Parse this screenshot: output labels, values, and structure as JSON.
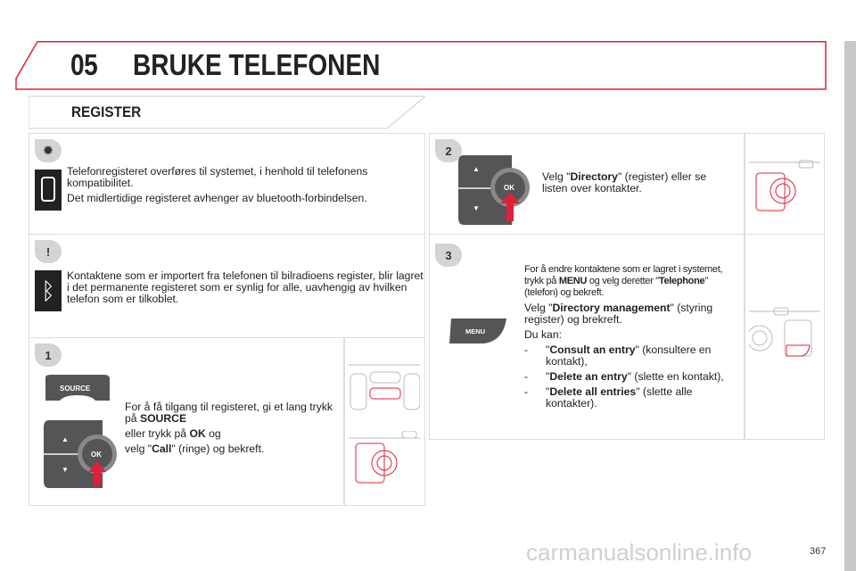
{
  "header": {
    "chapter": "05",
    "title": "BRUKE TELEFONEN"
  },
  "section": {
    "title": "REGISTER"
  },
  "tips": [
    {
      "icon": "lightbulb-icon",
      "lines": [
        "Telefonregisteret overføres til systemet, i henhold til telefonens kompatibilitet.",
        "Det midlertidige registeret avhenger av bluetooth-forbindelsen."
      ]
    },
    {
      "icon": "exclamation-icon",
      "lines": [
        "Kontaktene som er importert fra telefonen til bilradioens register, blir lagret i det permanente registeret som er synlig for alle, uavhengig av hvilken telefon som er tilkoblet."
      ]
    }
  ],
  "steps": [
    {
      "number": "1",
      "line1_a": "For å få tilgang til registeret, gi et lang trykk på ",
      "line1_b": "SOURCE",
      "line2_a": "eller trykk på ",
      "line2_b": "OK",
      "line2_c": " og",
      "line3_a": "velg \"",
      "line3_b": "Call",
      "line3_c": "\" (ringe) og bekreft.",
      "button_labels": {
        "source": "SOURCE",
        "ok": "OK"
      }
    },
    {
      "number": "2",
      "a": "Velg \"",
      "b": "Directory",
      "c": "\" (register) eller se listen over kontakter.",
      "button_labels": {
        "ok": "OK"
      }
    },
    {
      "number": "3",
      "p1_a": "For å endre kontaktene som er lagret i systemet, trykk på ",
      "p1_b": "MENU",
      "p1_c": " og velg deretter \"",
      "p1_d": "Telephone",
      "p1_e": "\" (telefon) og bekreft.",
      "p2_a": "Velg \"",
      "p2_b": "Directory management",
      "p2_c": "\" (styring register) og brekreft.",
      "p3": "Du kan:",
      "items": [
        {
          "dash": "-",
          "a": "\"",
          "b": "Consult an entry",
          "c": "\" (konsultere en kontakt),"
        },
        {
          "dash": "-",
          "a": "\"",
          "b": "Delete an entry",
          "c": "\" (slette en kontakt),"
        },
        {
          "dash": "-",
          "a": "\"",
          "b": "Delete all entries",
          "c": "\" (slette alle kontakter)."
        }
      ],
      "button_labels": {
        "menu": "MENU"
      }
    }
  ],
  "page_number": "367",
  "watermark": "carmanualsonline.info",
  "colors": {
    "accent": "#e0203a",
    "badge": "#d4d4d4",
    "border": "#dddddd"
  }
}
